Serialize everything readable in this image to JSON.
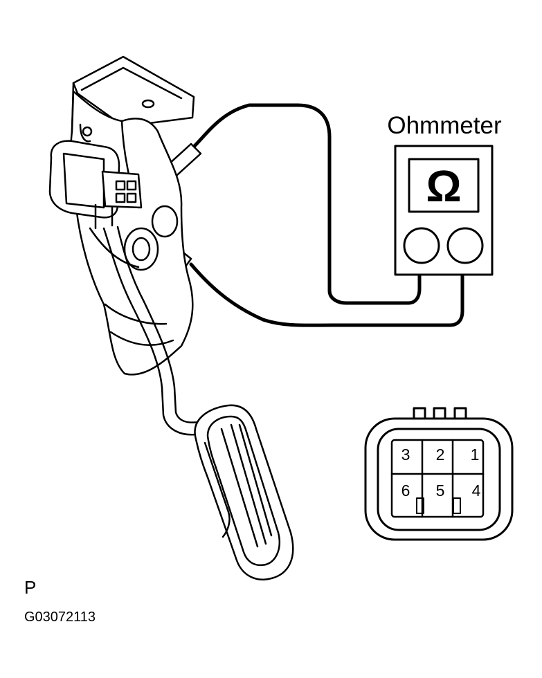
{
  "meter": {
    "title": "Ohmmeter",
    "symbol": "Ω"
  },
  "connector": {
    "pins": [
      "3",
      "2",
      "1",
      "6",
      "5",
      "4"
    ]
  },
  "view_letter": "P",
  "figure_id": "G03072113",
  "colors": {
    "line": "#000000",
    "background": "#ffffff"
  }
}
